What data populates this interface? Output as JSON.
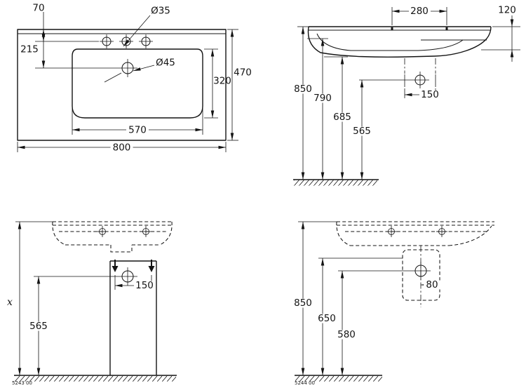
{
  "drawing": {
    "plan_view": {
      "rear_to_tapholes": "70",
      "rear_to_drain": "215",
      "taphole_diameter": "Ø35",
      "drain_diameter": "Ø45",
      "depth_overall": "470",
      "bowl_depth": "320",
      "bowl_width": "570",
      "width_overall": "800"
    },
    "front_view": {
      "fixing_hole_spacing": "280",
      "rim_detail_height": "120",
      "rim_height": "850",
      "underside_rim_height": "790",
      "underside_body_height": "685",
      "bracket_height": "565",
      "bracket_hole_spacing": "150"
    },
    "pedestal_view": {
      "variable_height": "x",
      "drain_height": "565",
      "fixing_spacing": "150",
      "product_code": "5243 00"
    },
    "cover_view": {
      "rim_height": "850",
      "cover_top_height": "650",
      "drain_height": "580",
      "drain_to_edge": "80",
      "product_code": "5244 00"
    }
  }
}
